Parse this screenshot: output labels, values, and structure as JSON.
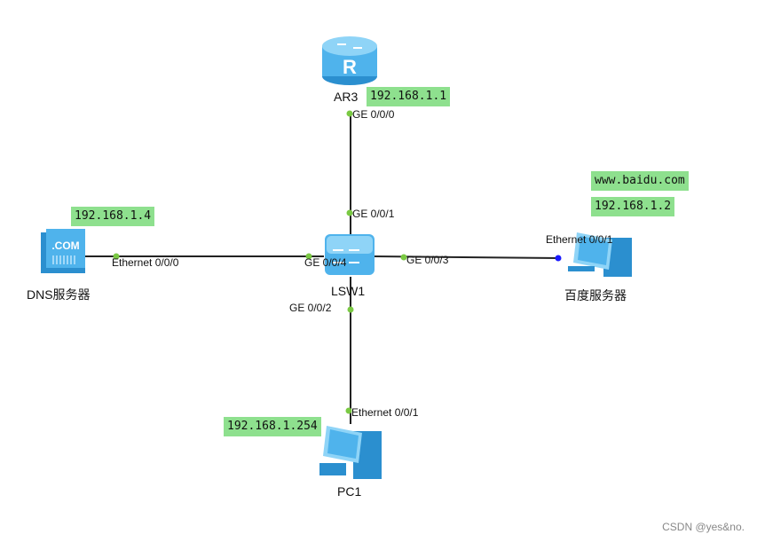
{
  "devices": {
    "router": {
      "name": "AR3",
      "ip": "192.168.1.1",
      "icon": "router-icon"
    },
    "switch": {
      "name": "LSW1",
      "icon": "switch-icon"
    },
    "dns": {
      "name": "DNS服务器",
      "ip": "192.168.1.4",
      "icon": "dns-server-icon"
    },
    "baidu": {
      "name": "百度服务器",
      "domain": "www.baidu.com",
      "ip": "192.168.1.2",
      "icon": "server-icon"
    },
    "pc": {
      "name": "PC1",
      "ip": "192.168.1.254",
      "icon": "pc-icon"
    }
  },
  "ports": {
    "ar3_ge000": "GE 0/0/0",
    "lsw_ge001": "GE 0/0/1",
    "lsw_ge004": "GE 0/0/4",
    "lsw_ge003": "GE 0/0/3",
    "lsw_ge002": "GE 0/0/2",
    "dns_eth": "Ethernet 0/0/0",
    "baidu_eth": "Ethernet 0/0/1",
    "pc_eth": "Ethernet 0/0/1"
  },
  "colors": {
    "ip_bg": "#8ee08e",
    "link": "#222222",
    "port_up": "#7ac943",
    "port_blue": "#1a1aff",
    "device_blue": "#3aa0e0"
  },
  "watermark": "CSDN @yes&no."
}
